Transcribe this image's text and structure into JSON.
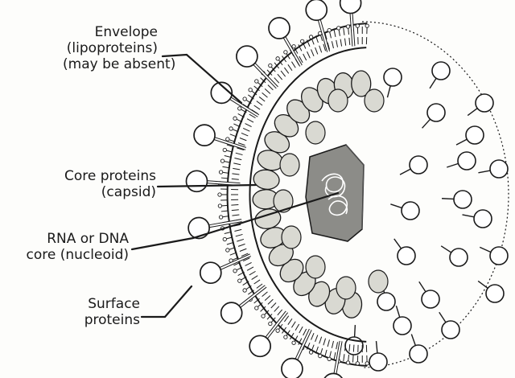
{
  "labels": {
    "envelope": [
      "Envelope",
      "(lipoproteins)",
      "(may be absent)"
    ],
    "capsid": [
      "Core proteins",
      "(capsid)"
    ],
    "nucleoid": [
      "RNA or DNA",
      "core (nucleoid)"
    ],
    "surface": [
      "Surface",
      "proteins"
    ]
  },
  "colors": {
    "ink": "#1a1a1a",
    "capsomere_fill": "#d9d9d2",
    "core_fill": "#8c8c88",
    "background": "#fdfdfb"
  }
}
